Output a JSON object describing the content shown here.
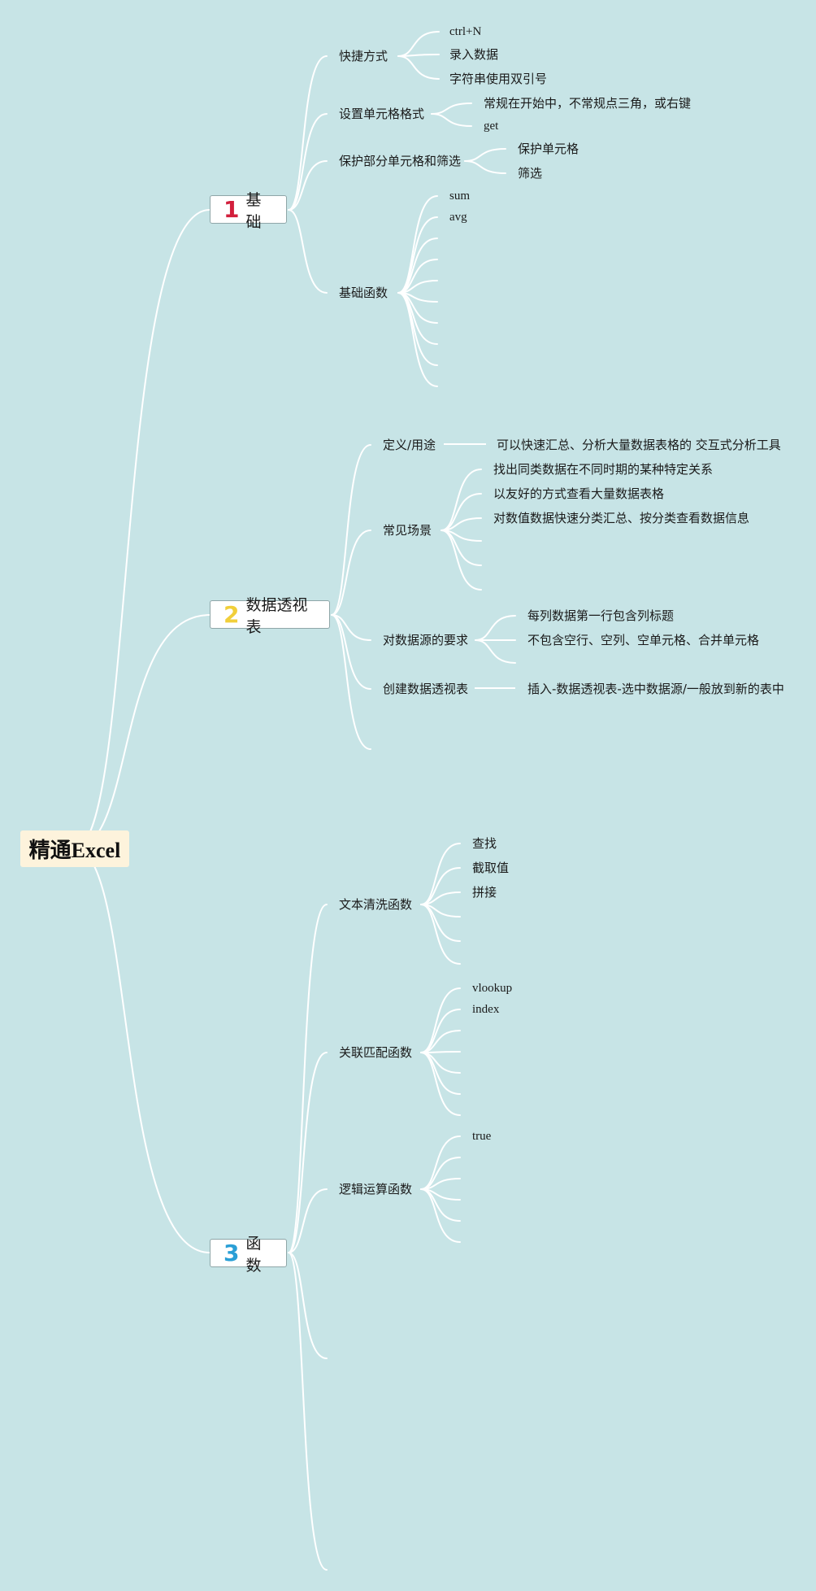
{
  "root": {
    "label": "精通Excel"
  },
  "branches": [
    {
      "number": "1",
      "number_color": "#d21f3c",
      "label": "基础",
      "topics": [
        {
          "label": "快捷方式",
          "items": [
            "ctrl+N",
            "录入数据",
            "字符串使用双引号"
          ]
        },
        {
          "label": "设置单元格格式",
          "items": [
            "常规在开始中，不常规点三角，或右键",
            "get"
          ]
        },
        {
          "label": "保护部分单元格和筛选",
          "items": [
            "保护单元格",
            "筛选"
          ]
        },
        {
          "label": "基础函数",
          "items": [
            "sum",
            "avg"
          ]
        }
      ]
    },
    {
      "number": "2",
      "number_color": "#f1cf3a",
      "label": "数据透视表",
      "topics": [
        {
          "label": "定义/用途",
          "items": [
            "可以快速汇总、分析大量数据表格的   交互式分析工具"
          ]
        },
        {
          "label": "常见场景",
          "items": [
            "找出同类数据在不同时期的某种特定关系",
            "以友好的方式查看大量数据表格",
            "对数值数据快速分类汇总、按分类查看数据信息"
          ]
        },
        {
          "label": "对数据源的要求",
          "items": [
            "每列数据第一行包含列标题",
            "不包含空行、空列、空单元格、合并单元格"
          ]
        },
        {
          "label": "创建数据透视表",
          "items": [
            "插入-数据透视表-选中数据源/一般放到新的表中"
          ]
        }
      ]
    },
    {
      "number": "3",
      "number_color": "#2a9fd6",
      "label": "函数",
      "topics": [
        {
          "label": "文本清洗函数",
          "items": [
            "查找",
            "截取值",
            "拼接"
          ]
        },
        {
          "label": "关联匹配函数",
          "items": [
            "vlookup",
            "index"
          ]
        },
        {
          "label": "逻辑运算函数",
          "items": [
            "true"
          ]
        }
      ]
    }
  ]
}
